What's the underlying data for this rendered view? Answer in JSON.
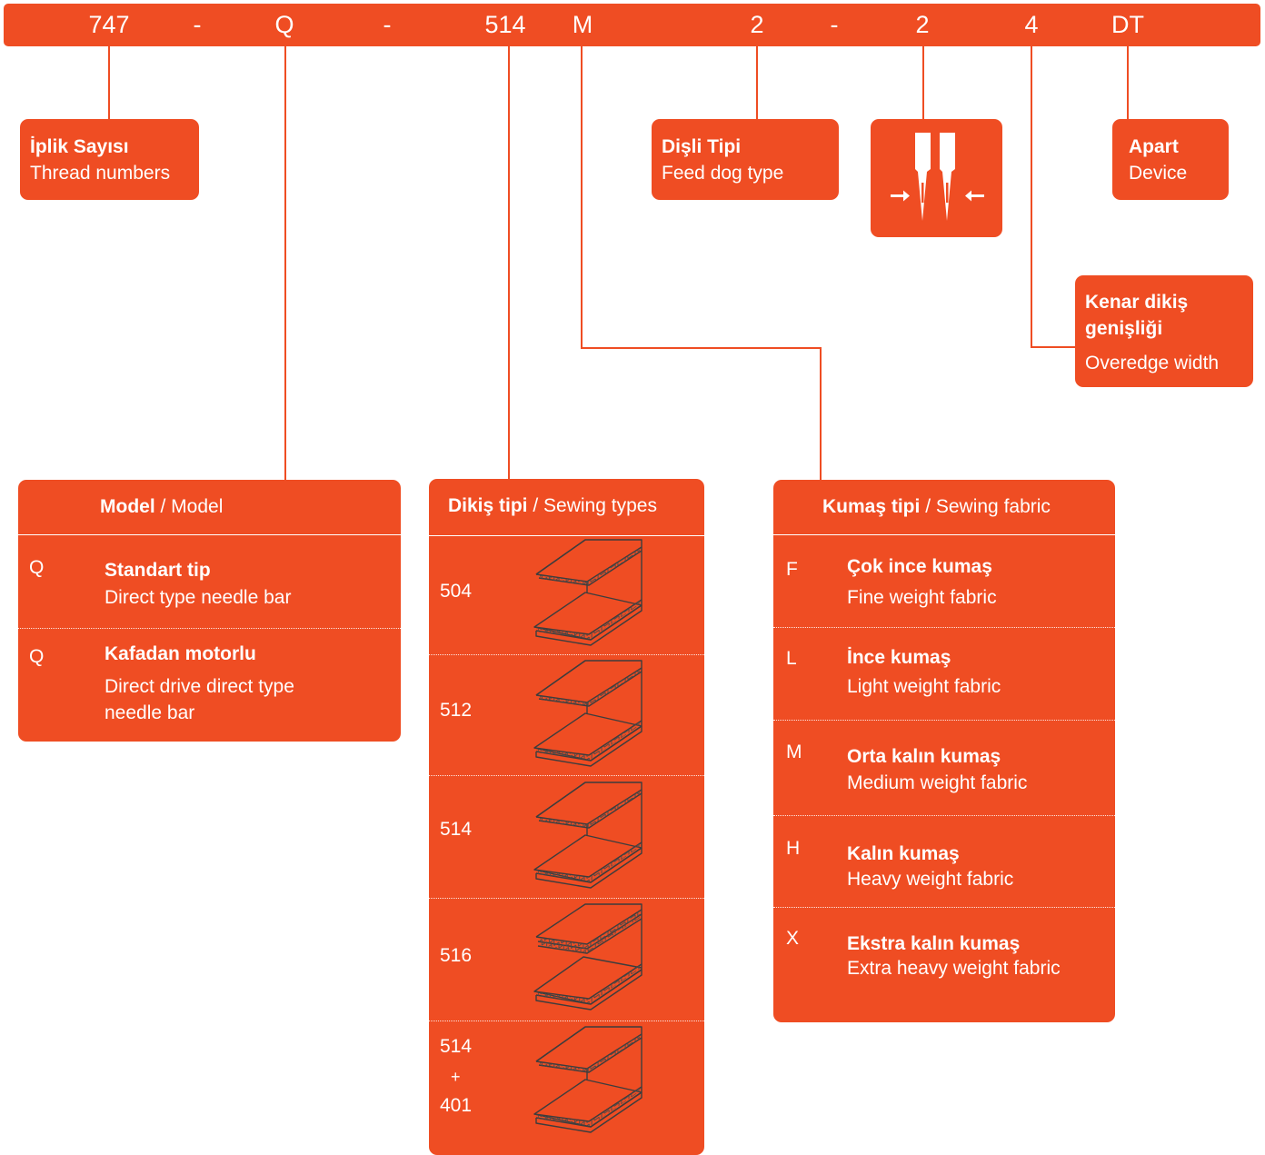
{
  "code": [
    "747",
    "-",
    "Q",
    "-",
    "514",
    "M",
    "2",
    "-",
    "2",
    "4",
    "DT"
  ],
  "thread": {
    "bold": "İplik Sayısı",
    "text": "Thread numbers"
  },
  "feed": {
    "bold": "Dişli Tipi",
    "text": "Feed dog type"
  },
  "apart": {
    "bold": "Apart",
    "text": "Device"
  },
  "overedge": {
    "bold1": "Kenar dikiş",
    "bold2": "genişliği",
    "text": "Overedge width"
  },
  "needle_icon": "twin-needle-icon",
  "model": {
    "head_bold": "Model",
    "head_rest": " / Model",
    "rows": [
      {
        "letter": "Q",
        "bold": "Standart tip",
        "text": "Direct type needle bar"
      },
      {
        "letter": "Q",
        "bold": "Kafadan motorlu",
        "text1": "Direct drive direct type",
        "text2": "needle bar"
      }
    ]
  },
  "sewing": {
    "head_bold": "Dikiş tipi",
    "head_rest": " / Sewing types",
    "rows": [
      {
        "label": "504"
      },
      {
        "label": "512"
      },
      {
        "label": "514"
      },
      {
        "label": "516"
      },
      {
        "label1": "514",
        "label2": "+",
        "label3": "401"
      }
    ]
  },
  "fabric": {
    "head_bold": "Kumaş tipi",
    "head_rest": " / Sewing fabric",
    "rows": [
      {
        "letter": "F",
        "bold": "Çok ince kumaş",
        "text": "Fine weight fabric"
      },
      {
        "letter": "L",
        "bold": "İnce kumaş",
        "text": "Light weight fabric"
      },
      {
        "letter": "M",
        "bold": "Orta kalın kumaş",
        "text": "Medium weight fabric"
      },
      {
        "letter": "H",
        "bold": "Kalın kumaş",
        "text": "Heavy weight fabric"
      },
      {
        "letter": "X",
        "bold": "Ekstra kalın kumaş",
        "text": "Extra heavy weight fabric"
      }
    ]
  },
  "colors": {
    "accent": "#ef4d23",
    "text": "#ffffff"
  }
}
